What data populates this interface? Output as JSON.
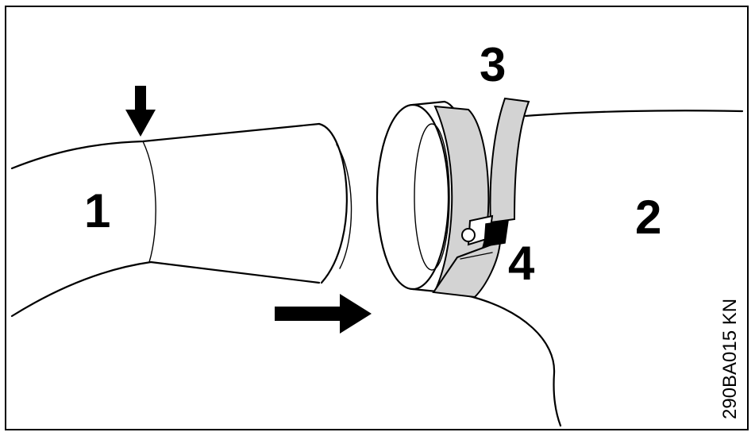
{
  "labels": {
    "part_1": "1",
    "part_2": "2",
    "part_3": "3",
    "part_4": "4"
  },
  "figure_code": "290BA015 KN",
  "colors": {
    "outline": "#000000",
    "clamp_fill": "#d3d3d3",
    "background": "#ffffff"
  },
  "icons": {
    "downward_arrow": "arrow-down-icon",
    "rightward_arrow": "arrow-right-icon"
  }
}
